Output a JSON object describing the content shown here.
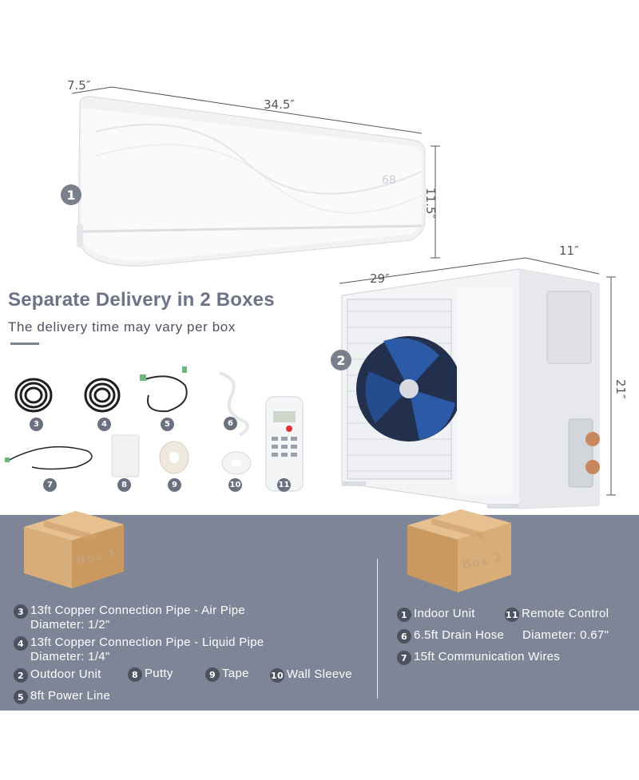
{
  "dimensions": {
    "indoor_depth": "7.5″",
    "indoor_width": "34.5″",
    "indoor_height": "11.5″",
    "outdoor_width": "29″",
    "outdoor_depth": "11″",
    "outdoor_height": "21″"
  },
  "unit_badges": {
    "indoor": "1",
    "outdoor": "2"
  },
  "display_readout": "68",
  "headline": "Separate Delivery in 2 Boxes",
  "subheadline": "The delivery time may vary per box",
  "accessory_numbers": [
    "3",
    "4",
    "5",
    "6",
    "7",
    "8",
    "9",
    "10",
    "11"
  ],
  "boxes": {
    "box1": "Box 1",
    "box2": "Box 2"
  },
  "box1_items": [
    {
      "num": "3",
      "lines": [
        "13ft Copper Connection Pipe - Air Pipe",
        "Diameter: 1/2\""
      ]
    },
    {
      "num": "4",
      "lines": [
        "13ft Copper Connection Pipe - Liquid Pipe",
        "Diameter: 1/4\""
      ]
    }
  ],
  "box1_row": [
    {
      "num": "2",
      "label": "Outdoor Unit"
    },
    {
      "num": "8",
      "label": "Putty"
    },
    {
      "num": "9",
      "label": "Tape"
    },
    {
      "num": "10",
      "label": "Wall Sleeve"
    }
  ],
  "box1_last": {
    "num": "5",
    "label": "8ft Power Line"
  },
  "box2_items": [
    {
      "num": "1",
      "label": "Indoor Unit"
    },
    {
      "num": "11",
      "label": "Remote Control"
    },
    {
      "num": "6",
      "label": "6.5ft Drain Hose"
    },
    {
      "num": "",
      "label": "Diameter: 0.67\""
    },
    {
      "num": "7",
      "label": "15ft Communication Wires"
    }
  ],
  "colors": {
    "band": "#7e8597",
    "headline": "#6d7386",
    "badge": "#4d5260",
    "cardboard": "#d9ad77"
  }
}
